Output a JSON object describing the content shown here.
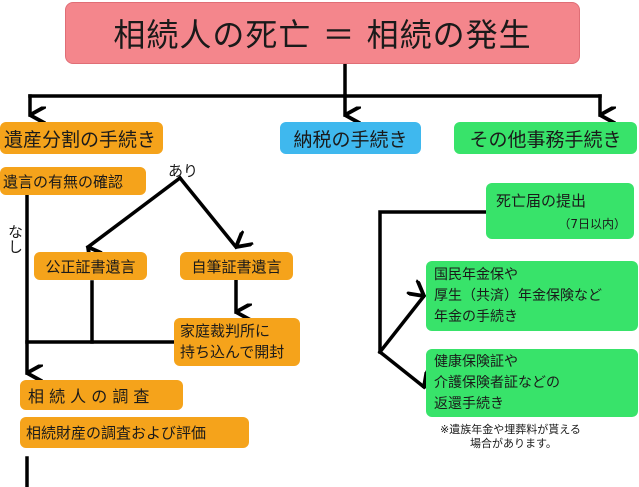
{
  "title": "相続人の死亡 ＝ 相続の発生",
  "branches": {
    "estate_division": "遺産分割の手続き",
    "tax": "納税の手続き",
    "other": "その他事務手続き"
  },
  "left_flow": {
    "will_check": "遺言の有無の確認",
    "yes": "あり",
    "no": "なし",
    "notarized_will": "公正証書遺言",
    "holographic_will": "自筆証書遺言",
    "family_court_line1": "家庭裁判所に",
    "family_court_line2": "持ち込んで開封",
    "heir_survey": "相 続 人 の 調 査",
    "asset_survey": "相続財産の調査および評価"
  },
  "right_flow": {
    "death_notice": "死亡届の提出",
    "death_notice_note": "（7日以内）",
    "pension_line1": "国民年金保や",
    "pension_line2": "厚生（共済）年金保険など",
    "pension_line3": "年金の手続き",
    "insurance_line1": "健康保険証や",
    "insurance_line2": "介護保険者証などの",
    "insurance_line3": "返還手続き",
    "footnote_line1": "※遺族年金や埋葬料が貰える",
    "footnote_line2": "場合があります。"
  }
}
